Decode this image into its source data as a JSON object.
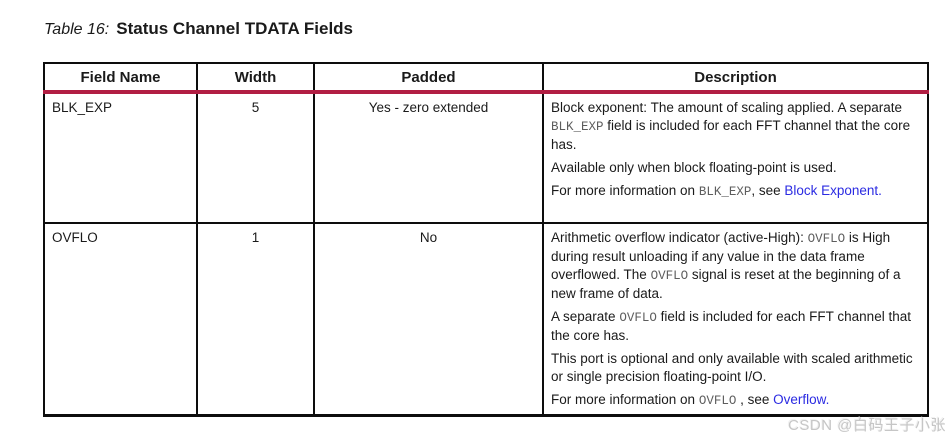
{
  "page": {
    "title_prefix": "Table 16:",
    "title": "Status Channel TDATA Fields",
    "watermark": "CSDN @白码王子小张"
  },
  "colors": {
    "header_rule_crimson": "#B11E43",
    "link_blue": "#2B2BE2",
    "body_text": "#1A1A1A",
    "mono_text": "#5D5D5D",
    "border_black": "#0D0D0D",
    "watermark_gray": "#C3C3C3"
  },
  "table": {
    "headers": [
      "Field Name",
      "Width",
      "Padded",
      "Description"
    ],
    "rows": [
      {
        "field_name": "BLK_EXP",
        "width": "5",
        "padded": "Yes - zero extended",
        "description": [
          [
            {
              "t": "Block exponent: The amount of scaling applied. A separate ",
              "s": "plain"
            },
            {
              "t": "BLK_EXP",
              "s": "mono"
            },
            {
              "t": " field is included for each FFT channel that the core has.",
              "s": "plain"
            }
          ],
          [
            {
              "t": "Available only when block floating-point is used.",
              "s": "plain"
            }
          ],
          [
            {
              "t": "For more information on ",
              "s": "plain"
            },
            {
              "t": "BLK_EXP",
              "s": "mono"
            },
            {
              "t": ", see ",
              "s": "plain"
            },
            {
              "t": "Block Exponent.",
              "s": "link"
            }
          ]
        ]
      },
      {
        "field_name": "OVFLO",
        "width": "1",
        "padded": "No",
        "description": [
          [
            {
              "t": "Arithmetic overflow indicator (active-High): ",
              "s": "plain"
            },
            {
              "t": "OVFLO",
              "s": "mono"
            },
            {
              "t": " is High during result unloading if any value in the data frame overflowed. The ",
              "s": "plain"
            },
            {
              "t": "OVFLO",
              "s": "mono"
            },
            {
              "t": " signal is reset at the beginning of a new frame of data.",
              "s": "plain"
            }
          ],
          [
            {
              "t": "A separate ",
              "s": "plain"
            },
            {
              "t": "OVFLO",
              "s": "mono"
            },
            {
              "t": " field is included for each FFT channel that the core has.",
              "s": "plain"
            }
          ],
          [
            {
              "t": "This port is optional and only available with scaled arithmetic or single precision floating-point I/O.",
              "s": "plain"
            }
          ],
          [
            {
              "t": "For more information on ",
              "s": "plain"
            },
            {
              "t": "OVFLO",
              "s": "mono"
            },
            {
              "t": " , see ",
              "s": "plain"
            },
            {
              "t": "Overflow.",
              "s": "link"
            }
          ]
        ]
      }
    ]
  }
}
